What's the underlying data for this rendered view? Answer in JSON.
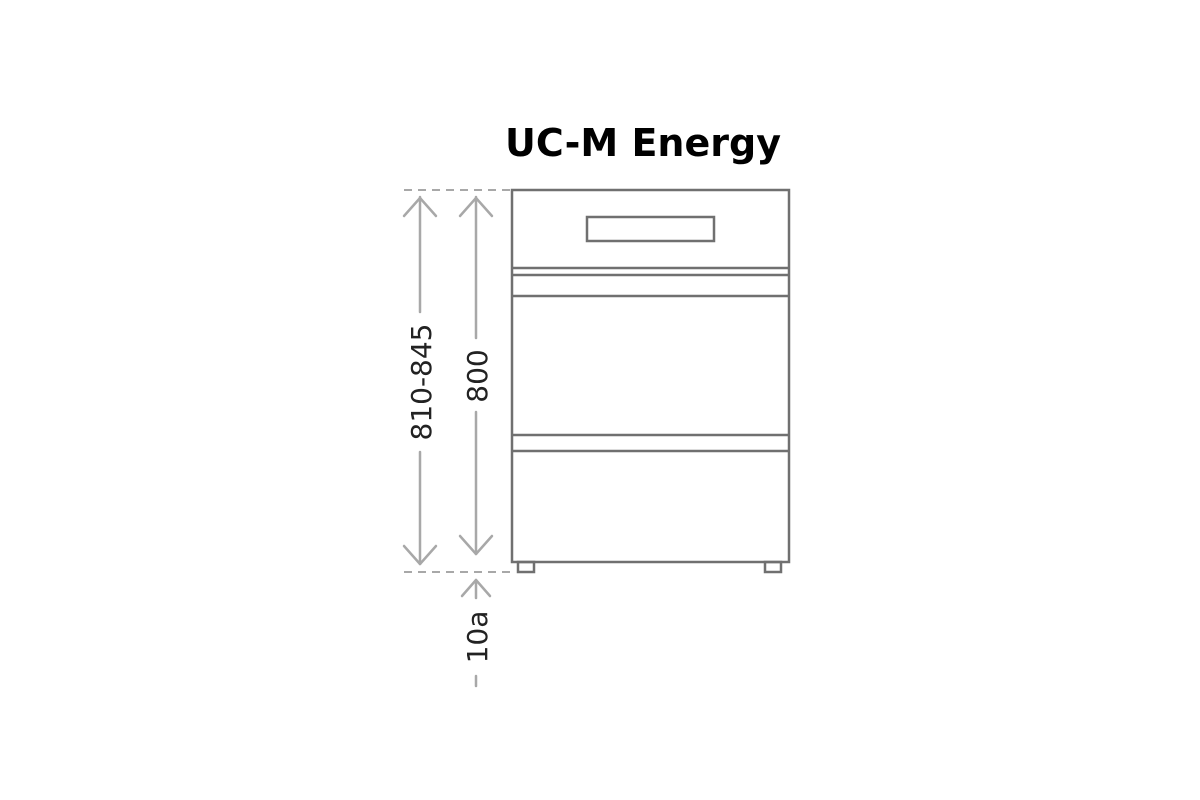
{
  "title": "UC-M Energy",
  "dimensions": {
    "total_height_label": "810-845",
    "body_height_label": "800",
    "foot_height_label": "10a"
  },
  "colors": {
    "outline": "#707070",
    "dimension_line": "#a8a8a8",
    "text": "#000000"
  }
}
